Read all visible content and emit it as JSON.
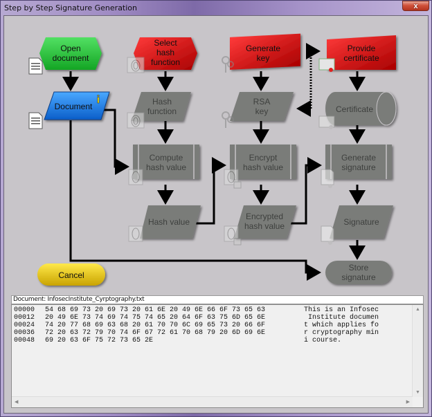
{
  "window": {
    "title": "Step by Step Signature Generation",
    "close_label": "x"
  },
  "flow": {
    "open_document": [
      "Open",
      "document"
    ],
    "document": [
      "Document"
    ],
    "select_hash": [
      "Select",
      "hash",
      "function"
    ],
    "hash_function": [
      "Hash",
      "function"
    ],
    "compute_hash": [
      "Compute",
      "hash value"
    ],
    "hash_value": [
      "Hash value"
    ],
    "generate_key": [
      "Generate",
      "key"
    ],
    "rsa_key": [
      "RSA",
      "key"
    ],
    "encrypt_hash": [
      "Encrypt",
      "hash value"
    ],
    "encrypted_hash": [
      "Encrypted",
      "hash value"
    ],
    "provide_certificate": [
      "Provide",
      "certificate"
    ],
    "certificate": [
      "Certificate"
    ],
    "generate_signature": [
      "Generate",
      "signature"
    ],
    "signature": [
      "Signature"
    ],
    "store_signature": [
      "Store",
      "signature"
    ],
    "info_badge": "i",
    "colors": {
      "active_green": "#22c43a",
      "active_red": "#e01010",
      "active_blue": "#1a7be8",
      "inactive_gray": "#7a7c79",
      "cancel_yellow": "#f5d21a"
    }
  },
  "cancel_label": "Cancel",
  "document_panel": {
    "label": "Document: InfosecInstitute_Cyrptography.txt",
    "rows": [
      {
        "offset": "00000",
        "bytes": "54 68 69 73 20 69 73 20 61 6E 20 49 6E 66 6F 73 65 63",
        "text": "This is an Infosec"
      },
      {
        "offset": "00012",
        "bytes": "20 49 6E 73 74 69 74 75 74 65 20 64 6F 63 75 6D 65 6E",
        "text": " Institute documen"
      },
      {
        "offset": "00024",
        "bytes": "74 20 77 68 69 63 68 20 61 70 70 6C 69 65 73 20 66 6F",
        "text": "t which applies fo"
      },
      {
        "offset": "00036",
        "bytes": "72 20 63 72 79 70 74 6F 67 72 61 70 68 79 20 6D 69 6E",
        "text": "r cryptography min"
      },
      {
        "offset": "00048",
        "bytes": "69 20 63 6F 75 72 73 65 2E",
        "text": "i course."
      }
    ]
  }
}
